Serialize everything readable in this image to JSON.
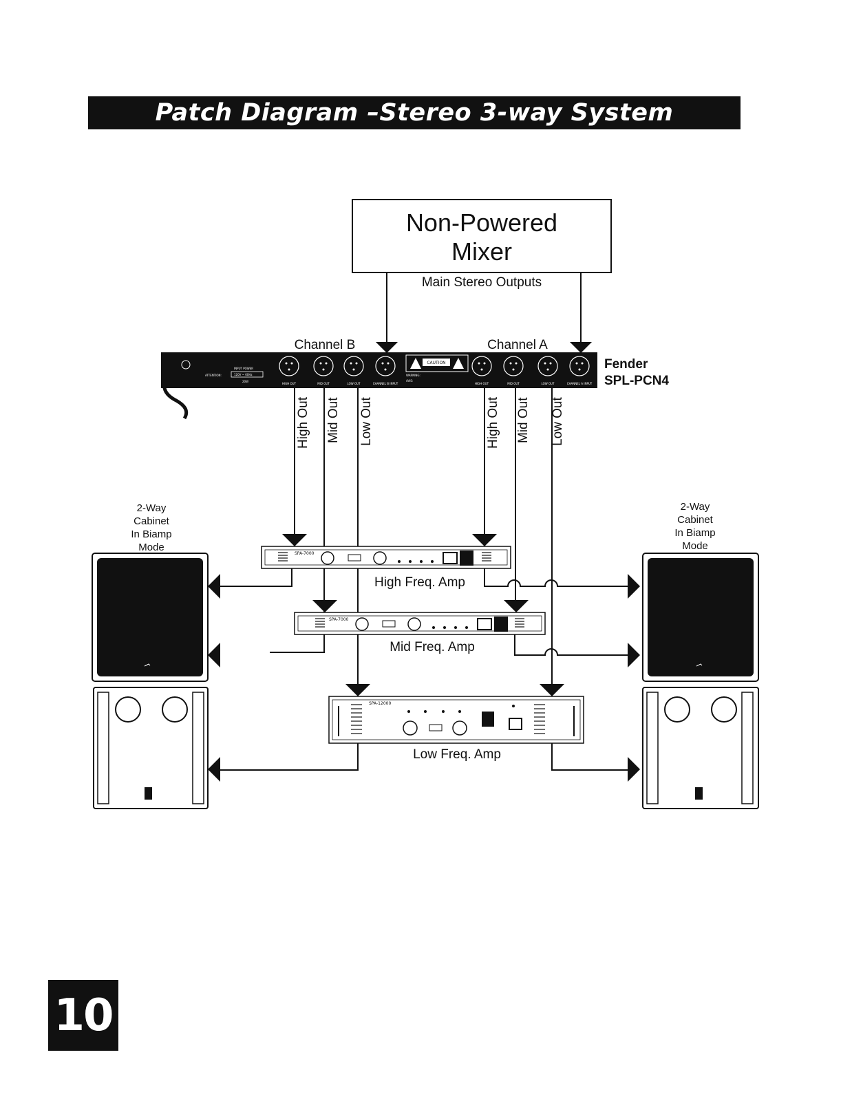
{
  "title": "Patch Diagram –Stereo 3-way System",
  "mixer": {
    "line1": "Non-Powered",
    "line2": "Mixer",
    "outputs_label": "Main Stereo Outputs"
  },
  "crossover": {
    "channel_b": "Channel B",
    "channel_a": "Channel A",
    "brand": "Fender",
    "model": "SPL-PCN4",
    "panel": {
      "caution": "CAUTION",
      "input_power": "INPUT POWER",
      "voltage": "120V ~ 60Hz",
      "watts": "20W",
      "attention": "ATTENTION:",
      "warning": "WARNING:",
      "avis": "AVIS:",
      "jacks_b": [
        "HIGH OUT",
        "MID OUT",
        "LOW OUT",
        "CHANNEL B INPUT"
      ],
      "jacks_a": [
        "HIGH OUT",
        "MID OUT",
        "LOW OUT",
        "CHANNEL A INPUT"
      ]
    }
  },
  "outputs": {
    "high": "High Out",
    "mid": "Mid Out",
    "low": "Low Out"
  },
  "amps": {
    "high": "High Freq. Amp",
    "mid": "Mid Freq. Amp",
    "low": "Low Freq. Amp",
    "small_model": "SPA-7000",
    "large_model": "SPA-12000"
  },
  "cabinet_label": [
    "2-Way",
    "Cabinet",
    "In Biamp",
    "Mode"
  ],
  "page_number": "10"
}
